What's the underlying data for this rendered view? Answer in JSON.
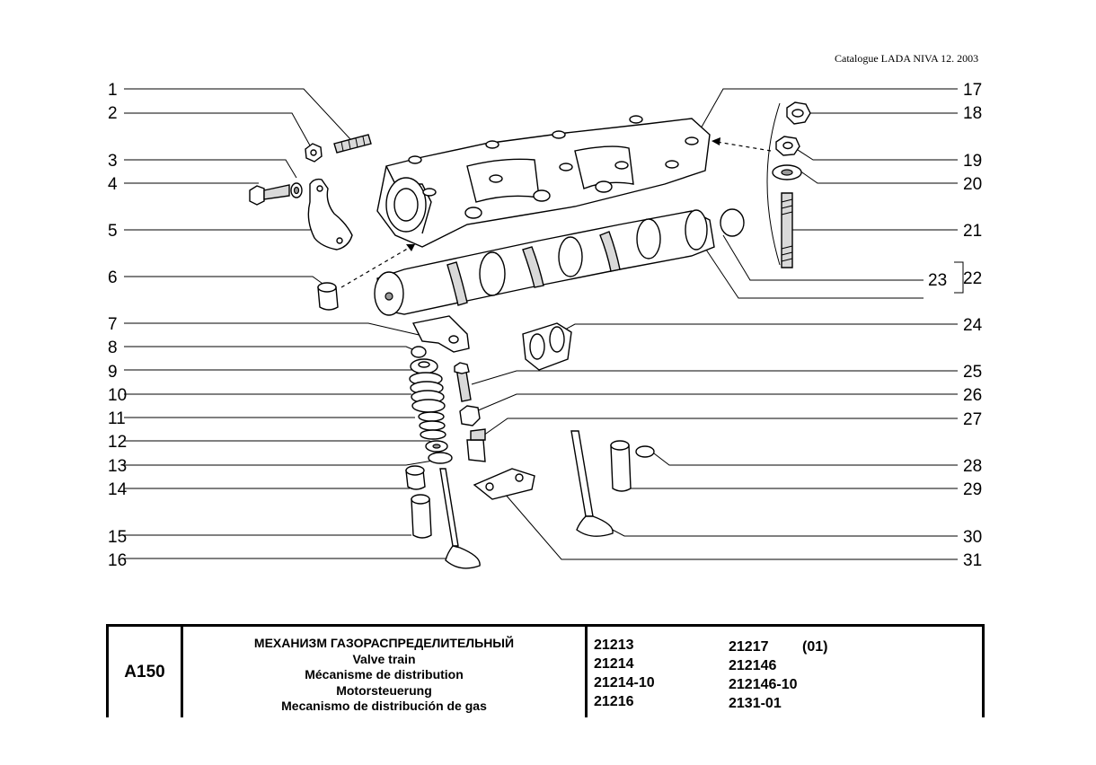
{
  "header": {
    "catalogue": "Catalogue LADA NIVA 12. 2003"
  },
  "callouts": {
    "left": [
      "1",
      "2",
      "3",
      "4",
      "5",
      "6",
      "7",
      "8",
      "9",
      "10",
      "11",
      "12",
      "13",
      "14",
      "15",
      "16"
    ],
    "right": [
      "17",
      "18",
      "19",
      "20",
      "21",
      "22",
      "23",
      "24",
      "25",
      "26",
      "27",
      "28",
      "29",
      "30",
      "31"
    ]
  },
  "table": {
    "code": "A150",
    "titles": [
      "МЕХАНИЗМ ГАЗОРАСПРЕДЕЛИТЕЛЬНЫЙ",
      "Valve train",
      "Mécanisme de distribution",
      "Motorsteuerung",
      "Mecanismo de distribución de gas"
    ],
    "models_col1": [
      "21213",
      "21214",
      "21214-10",
      "21216"
    ],
    "models_col2": [
      "21217",
      "212146",
      "212146-10",
      "2131-01"
    ],
    "models_note": "(01)"
  }
}
